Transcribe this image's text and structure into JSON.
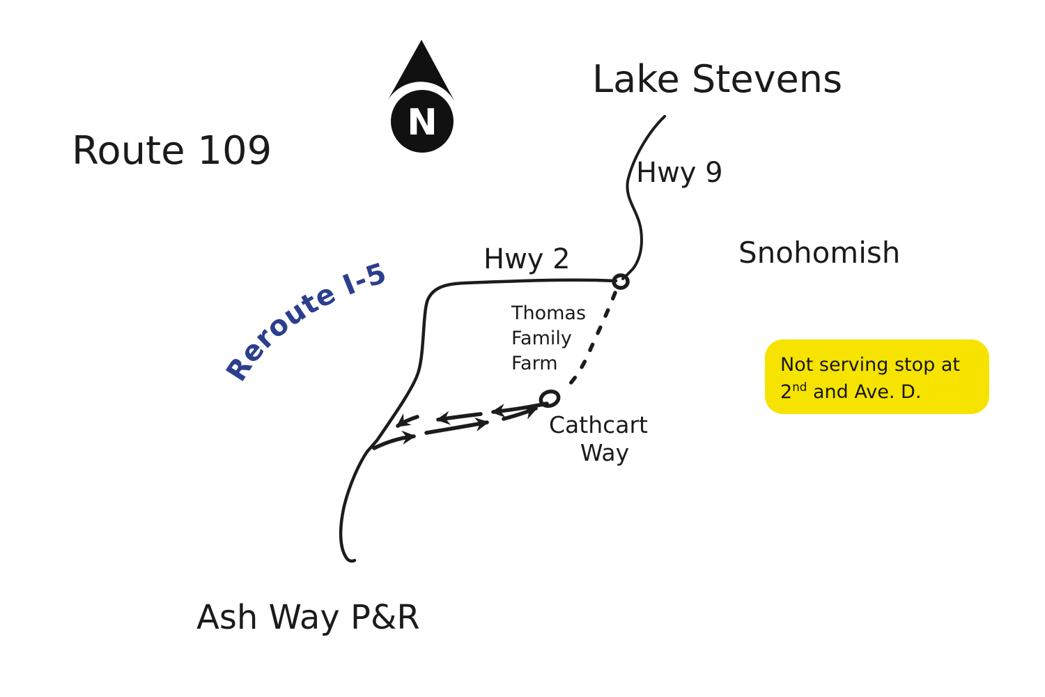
{
  "page": {
    "background": "#ffffff"
  },
  "title": {
    "route": "Route 109"
  },
  "compass": {
    "letter": "N"
  },
  "places": {
    "lake_stevens": "Lake Stevens",
    "snohomish": "Snohomish",
    "ash_way": "Ash Way P&R"
  },
  "roads": {
    "hwy9": "Hwy 9",
    "hwy2": "Hwy 2",
    "cathcart_line1": "Cathcart",
    "cathcart_line2": "Way",
    "reroute": "Reroute I-5"
  },
  "landmarks": {
    "thomas_farm_line1": "Thomas",
    "thomas_farm_line2": "Family",
    "thomas_farm_line3": "Farm"
  },
  "note": {
    "line1": "Not serving stop at",
    "line2_number": "2",
    "line2_superscript": "nd",
    "line2_rest": " and Ave. D.",
    "background": "#F6E300"
  },
  "colors": {
    "ink": "#1c1c1c",
    "reroute_blue": "#2C3E8E",
    "note_yellow": "#F6E300",
    "compass_black": "#111111"
  }
}
